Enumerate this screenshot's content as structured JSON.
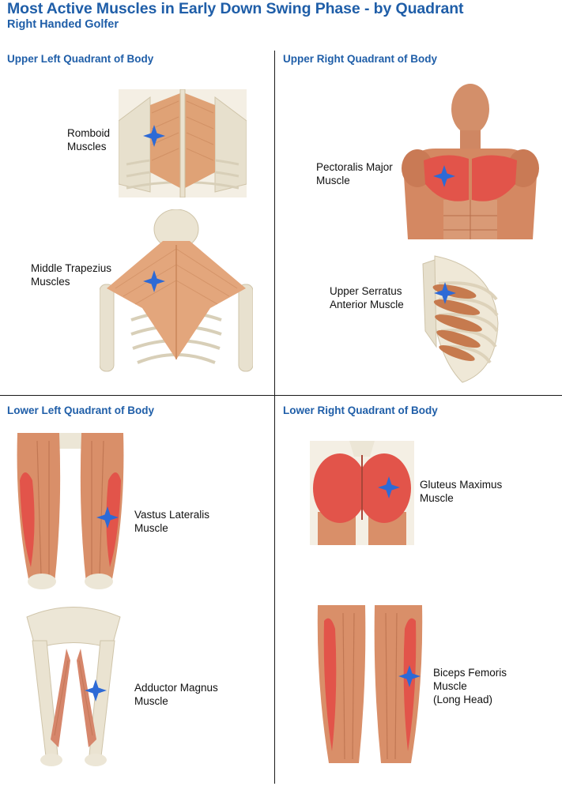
{
  "header": {
    "title": "Most Active Muscles in Early Down Swing Phase - by Quadrant",
    "subtitle": "Right Handed Golfer"
  },
  "quadrants": [
    {
      "heading": "Upper Left Quadrant of Body",
      "muscles": [
        {
          "lines": [
            "Romboid",
            "Muscles"
          ]
        },
        {
          "lines": [
            "Middle Trapezius",
            "Muscles"
          ]
        }
      ]
    },
    {
      "heading": "Upper Right Quadrant of Body",
      "muscles": [
        {
          "lines": [
            "Pectoralis Major",
            "Muscle"
          ]
        },
        {
          "lines": [
            "Upper Serratus",
            "Anterior Muscle"
          ]
        }
      ]
    },
    {
      "heading": "Lower Left Quadrant of Body",
      "muscles": [
        {
          "lines": [
            "Vastus Lateralis",
            "Muscle"
          ]
        },
        {
          "lines": [
            "Adductor Magnus",
            "Muscle"
          ]
        }
      ]
    },
    {
      "heading": "Lower Right Quadrant of Body",
      "muscles": [
        {
          "lines": [
            "Gluteus Maximus",
            "Muscle"
          ]
        },
        {
          "lines": [
            "Biceps Femoris",
            "Muscle",
            "(Long Head)"
          ]
        }
      ]
    }
  ],
  "colors": {
    "heading": "#1f5ea8",
    "marker": "#2d6ad6",
    "muscle": "#d9a07c",
    "muscle_highlight": "#e2544a",
    "bone": "#ece6d6"
  },
  "icons": {
    "marker": "four-point-star-icon"
  }
}
